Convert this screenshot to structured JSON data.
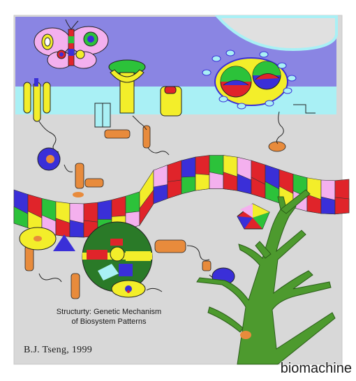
{
  "caption": {
    "line1": "Structurty: Genetic Mechanism",
    "line2": "of Biosystem Patterns"
  },
  "author": "B.J. Tseng, 1999",
  "watermark": "biomachine",
  "colors": {
    "membrane_top": "#8a85e3",
    "membrane_band": "#a9f0f5",
    "cytoplasm": "#d9d9d9",
    "tree": "#4d9a2e",
    "helix_blue": "#3a2fd8",
    "helix_red": "#e0242a",
    "helix_green": "#2cc23a",
    "helix_yellow": "#f3ee2a"
  },
  "icons": [
    "butterfly-icon",
    "virus-icon",
    "dna-helix",
    "tree-icon",
    "receptor-icon"
  ]
}
